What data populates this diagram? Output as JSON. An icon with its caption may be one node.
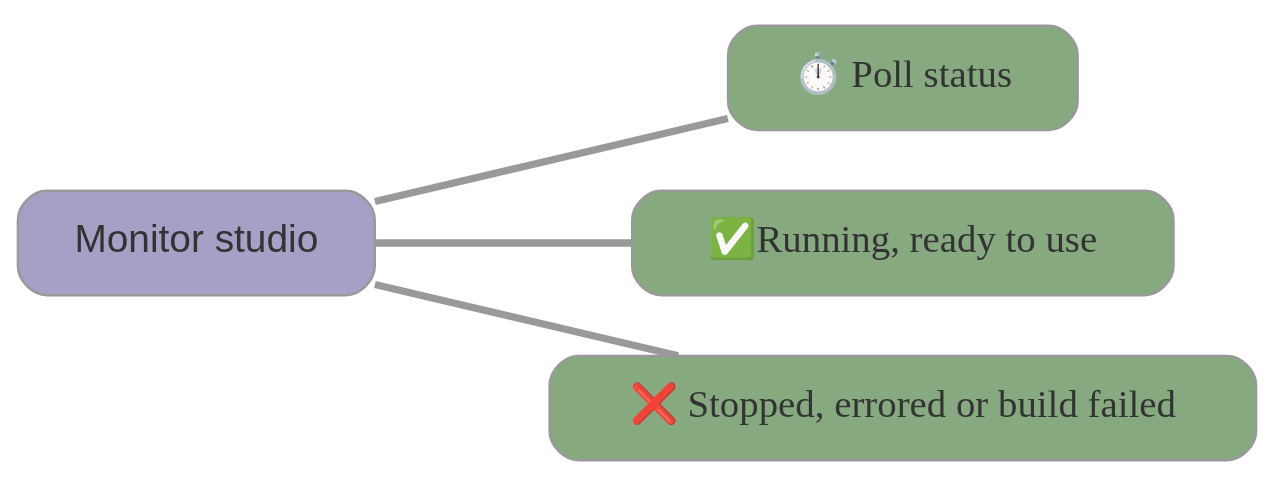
{
  "diagram": {
    "nodes": [
      {
        "text": [
          "Monitor studio"
        ]
      },
      {
        "text": [
          "⏱️ Poll status"
        ]
      },
      {
        "text": [
          "✅Running, ready to use"
        ]
      },
      {
        "text": [
          "❌ Stopped, errored or build failed"
        ]
      }
    ],
    "edges": [
      {
        "from": 0,
        "to": 1,
        "arrow": "none"
      },
      {
        "from": 0,
        "to": 2,
        "arrow": "none"
      },
      {
        "from": 0,
        "to": 3,
        "arrow": "none"
      }
    ]
  }
}
